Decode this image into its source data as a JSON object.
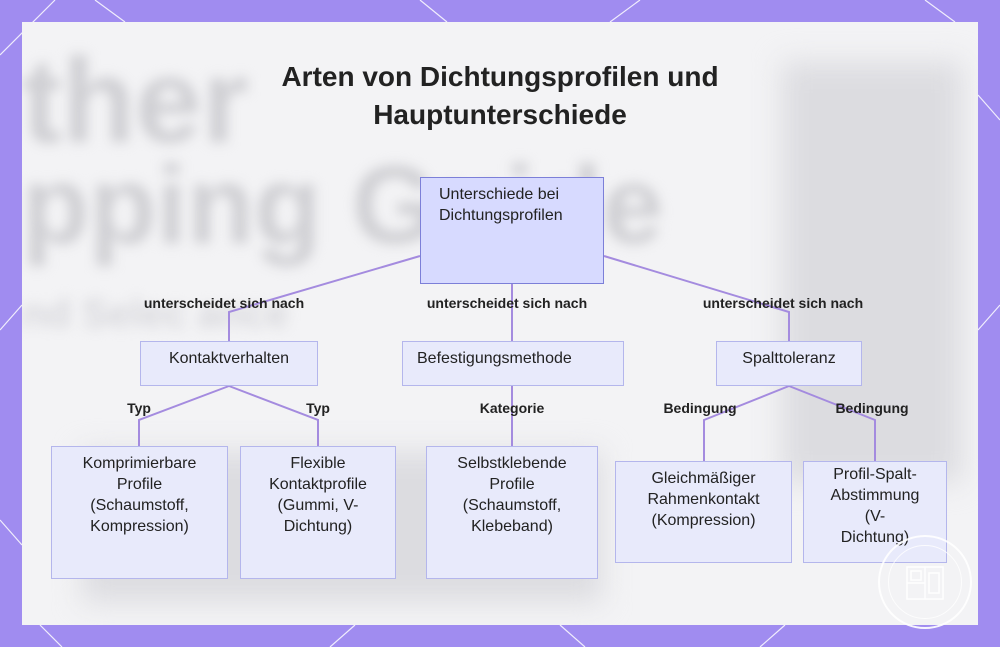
{
  "title": {
    "line1": "Arten von Dichtungsprofilen und",
    "line2": "Hauptunterschiede"
  },
  "background": {
    "word1": "ther",
    "word2": "pping Guide",
    "word3": "nd Selec ance"
  },
  "colors": {
    "frame": "#a08cf0",
    "panel": "#f3f3f5",
    "node_fill": "#e8eafb",
    "node_border": "#b4b6ec",
    "root_fill": "#d7daff",
    "root_border": "#7c7fd8",
    "edge": "#a48bdf"
  },
  "diagram": {
    "root": {
      "line1": "Unterschiede bei",
      "line2": "Dichtungsprofilen"
    },
    "level1_edge_label": "unterscheidet sich nach",
    "categories": [
      {
        "label": "Kontaktverhalten"
      },
      {
        "label": "Befestigungsmethode"
      },
      {
        "label": "Spalttoleranz"
      }
    ],
    "edge_labels": {
      "typ1": "Typ",
      "typ2": "Typ",
      "kategorie": "Kategorie",
      "bedingung1": "Bedingung",
      "bedingung2": "Bedingung"
    },
    "leaves": [
      {
        "lines": [
          "Komprimierbare",
          "Profile",
          "(Schaumstoff,",
          "Kompression)"
        ]
      },
      {
        "lines": [
          "Flexible",
          "Kontaktprofile",
          "(Gummi, V-",
          "Dichtung)"
        ]
      },
      {
        "lines": [
          "Selbstklebende",
          "Profile",
          "(Schaumstoff,",
          "Klebeband)"
        ]
      },
      {
        "lines": [
          "Gleichmäßiger",
          "Rahmenkontakt",
          "(Kompression)"
        ]
      },
      {
        "lines": [
          "Profil-Spalt-",
          "Abstimmung",
          "(V-",
          "Dichtung)"
        ]
      }
    ]
  }
}
